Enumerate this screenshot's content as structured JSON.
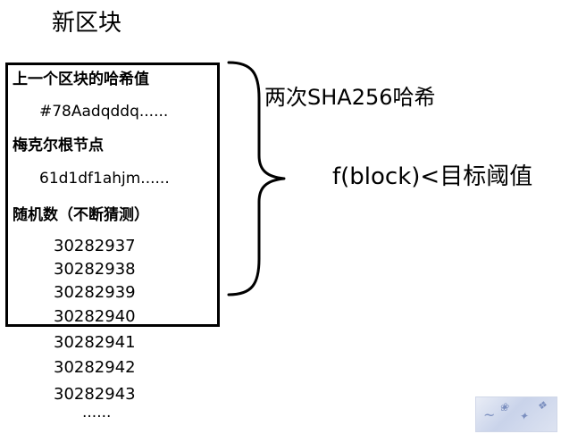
{
  "title": "新区块",
  "block": {
    "prev_hash_label": "上一个区块的哈希值",
    "prev_hash_value": "#78Aadqddq......",
    "merkle_label": "梅克尔根节点",
    "merkle_value": "61d1df1ahjm......",
    "nonce_label": "随机数（不断猜测）",
    "nonces": [
      "30282937",
      "30282938",
      "30282939",
      "30282940",
      "30282941",
      "30282942",
      "30282943"
    ],
    "nonce_ellipsis": "......"
  },
  "hash_text": "两次SHA256哈希",
  "condition": "f(block)<目标阈值",
  "icons": {
    "brace": "right-curly-brace-icon",
    "watermark": "site-watermark-logo"
  }
}
